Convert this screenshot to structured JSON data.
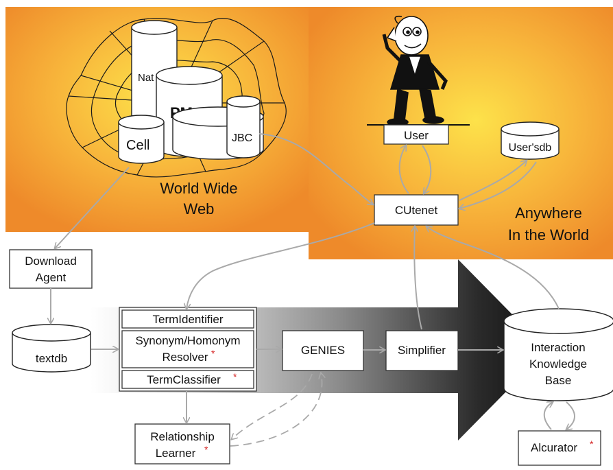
{
  "regions": {
    "www_label_line1": "World Wide",
    "www_label_line2": "Web",
    "world_label_line1": "Anywhere",
    "world_label_line2": "In the World"
  },
  "web_databases": {
    "nat": "Nat",
    "pm": "PM",
    "cell": "Cell",
    "jbc": "JBC"
  },
  "nodes": {
    "user": "User",
    "users_db": "User'sdb",
    "cutenet": "CUtenet",
    "download_agent_line1": "Download",
    "download_agent_line2": "Agent",
    "textdb": "textdb",
    "term_identifier": "TermIdentifier",
    "synonym_resolver_line1": "Synonym/Homonym",
    "synonym_resolver_line2": "Resolver",
    "term_classifier": "TermClassifier",
    "genies": "GENIES",
    "simplifier": "Simplifier",
    "ikb_line1": "Interaction",
    "ikb_line2": "Knowledge",
    "ikb_line3": "Base",
    "relationship_learner_line1": "Relationship",
    "relationship_learner_line2": "Learner",
    "alcurator": "Alcurator"
  },
  "marks": {
    "new_component_marker": "*"
  },
  "colors": {
    "orange_outer": "#ee8a2a",
    "orange_inner": "#fde24a",
    "arrow_gray": "#a9a9a9",
    "new_marker": "#d42020"
  }
}
